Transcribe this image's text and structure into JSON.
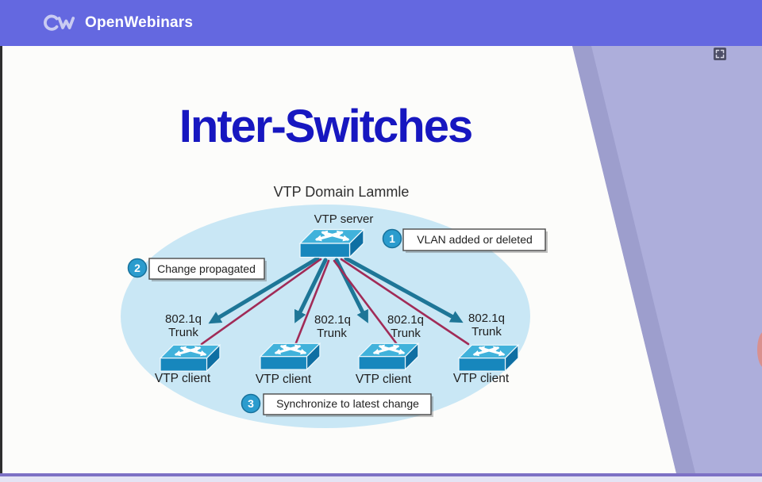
{
  "header": {
    "brand": "OpenWebinars",
    "bg_color": "#6468E0"
  },
  "slide": {
    "title": "Inter-Switches",
    "title_color": "#1717C0"
  },
  "diagram": {
    "heading": "VTP Domain Lammle",
    "server": {
      "label": "VTP server"
    },
    "callout1": {
      "number": "1",
      "text": "VLAN added or deleted"
    },
    "callout2": {
      "number": "2",
      "text": "Change propagated"
    },
    "callout3": {
      "number": "3",
      "text": "Synchronize to latest change"
    },
    "trunks": [
      {
        "line1": "802.1q",
        "line2": "Trunk"
      },
      {
        "line1": "802.1q",
        "line2": "Trunk"
      },
      {
        "line1": "802.1q",
        "line2": "Trunk"
      },
      {
        "line1": "802.1q",
        "line2": "Trunk"
      }
    ],
    "clients": [
      {
        "label": "VTP client"
      },
      {
        "label": "VTP client"
      },
      {
        "label": "VTP client"
      },
      {
        "label": "VTP client"
      }
    ],
    "colors": {
      "ellipse_fill": "#C9E7F5",
      "arrow_teal": "#1E7697",
      "propagate_line_maroon": "#A12B57",
      "callout_circle": "#2B9CCE",
      "switch_top": "#41B2DB",
      "switch_front": "#1787BD",
      "box_border": "#4A4A4A"
    }
  },
  "decoration": {
    "right_panel_color": "#ADAEDB",
    "right_panel_edge_color": "#9D9ECD",
    "bottom_line_color": "#7D71C5",
    "bottom_strip_color": "#E4E4F4"
  },
  "icons": {
    "fullscreen_expand": "⛶",
    "brand_logo_mark": "CW"
  }
}
